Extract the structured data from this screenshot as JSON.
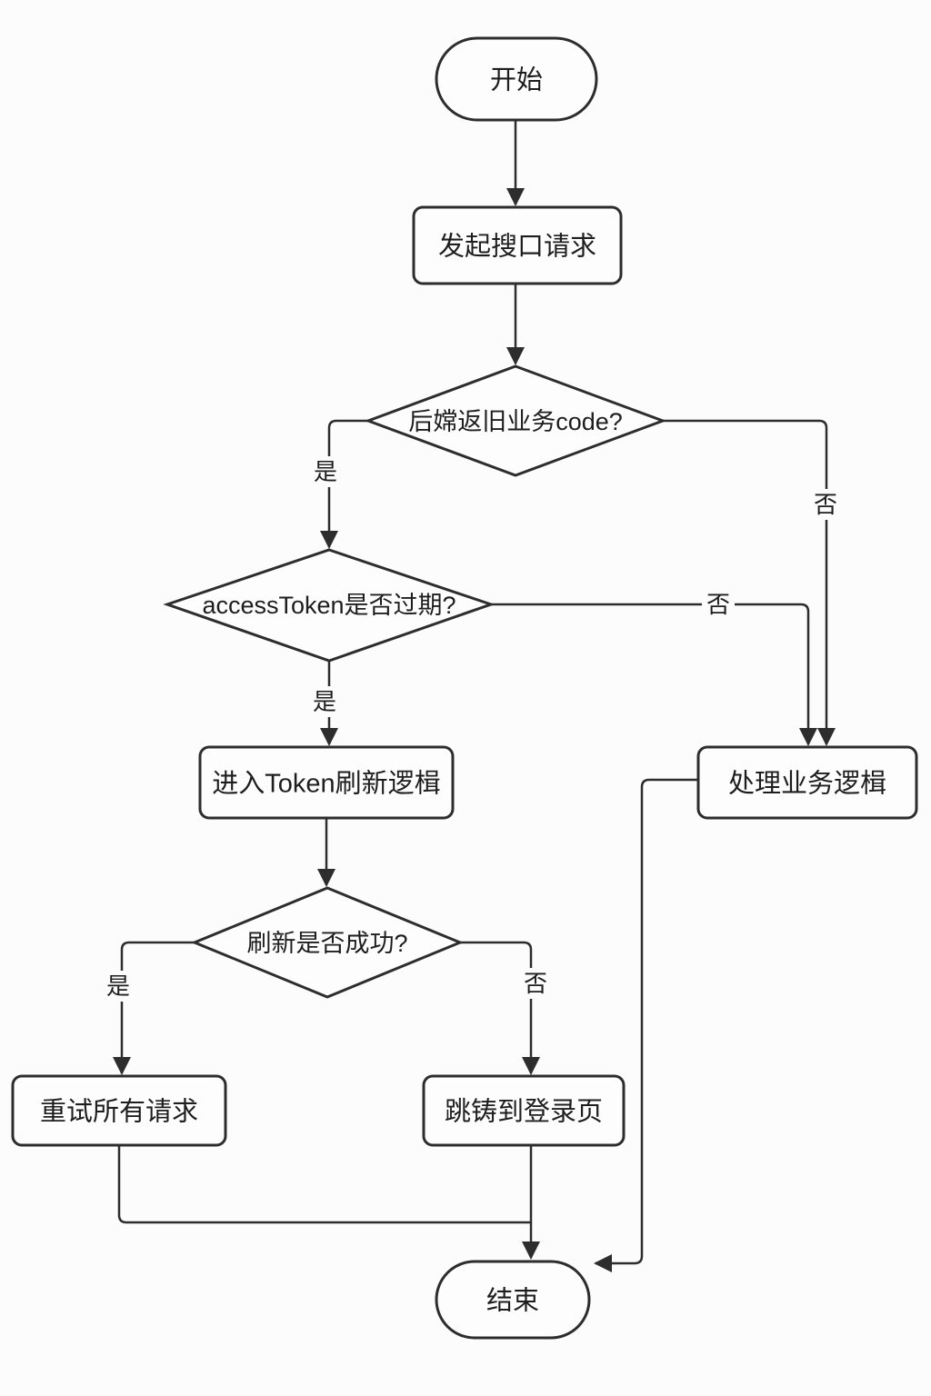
{
  "diagram": {
    "type": "flowchart",
    "background_color": "#fcfcfc",
    "stroke_color": "#2d2d2d",
    "text_color": "#1e1e1e",
    "nodes": {
      "start": {
        "shape": "terminator",
        "label": "开始"
      },
      "request": {
        "shape": "process",
        "label": "发起搜口请求"
      },
      "decision_code": {
        "shape": "decision",
        "label": "后嫦返旧业务code?"
      },
      "decision_token": {
        "shape": "decision",
        "label": "accessToken是否过期?"
      },
      "refresh_logic": {
        "shape": "process",
        "label": "进入Token刷新逻楫"
      },
      "decision_refresh": {
        "shape": "decision",
        "label": "刷新是否成功?"
      },
      "retry_requests": {
        "shape": "process",
        "label": "重试所有请求"
      },
      "goto_login": {
        "shape": "process",
        "label": "跳铸到登录页"
      },
      "business_logic": {
        "shape": "process",
        "label": "处理业务逻楫"
      },
      "end": {
        "shape": "terminator",
        "label": "结束"
      }
    },
    "edge_labels": {
      "code_yes": "是",
      "code_no": "否",
      "token_yes": "是",
      "token_no": "否",
      "refresh_yes": "是",
      "refresh_no": "否"
    }
  }
}
